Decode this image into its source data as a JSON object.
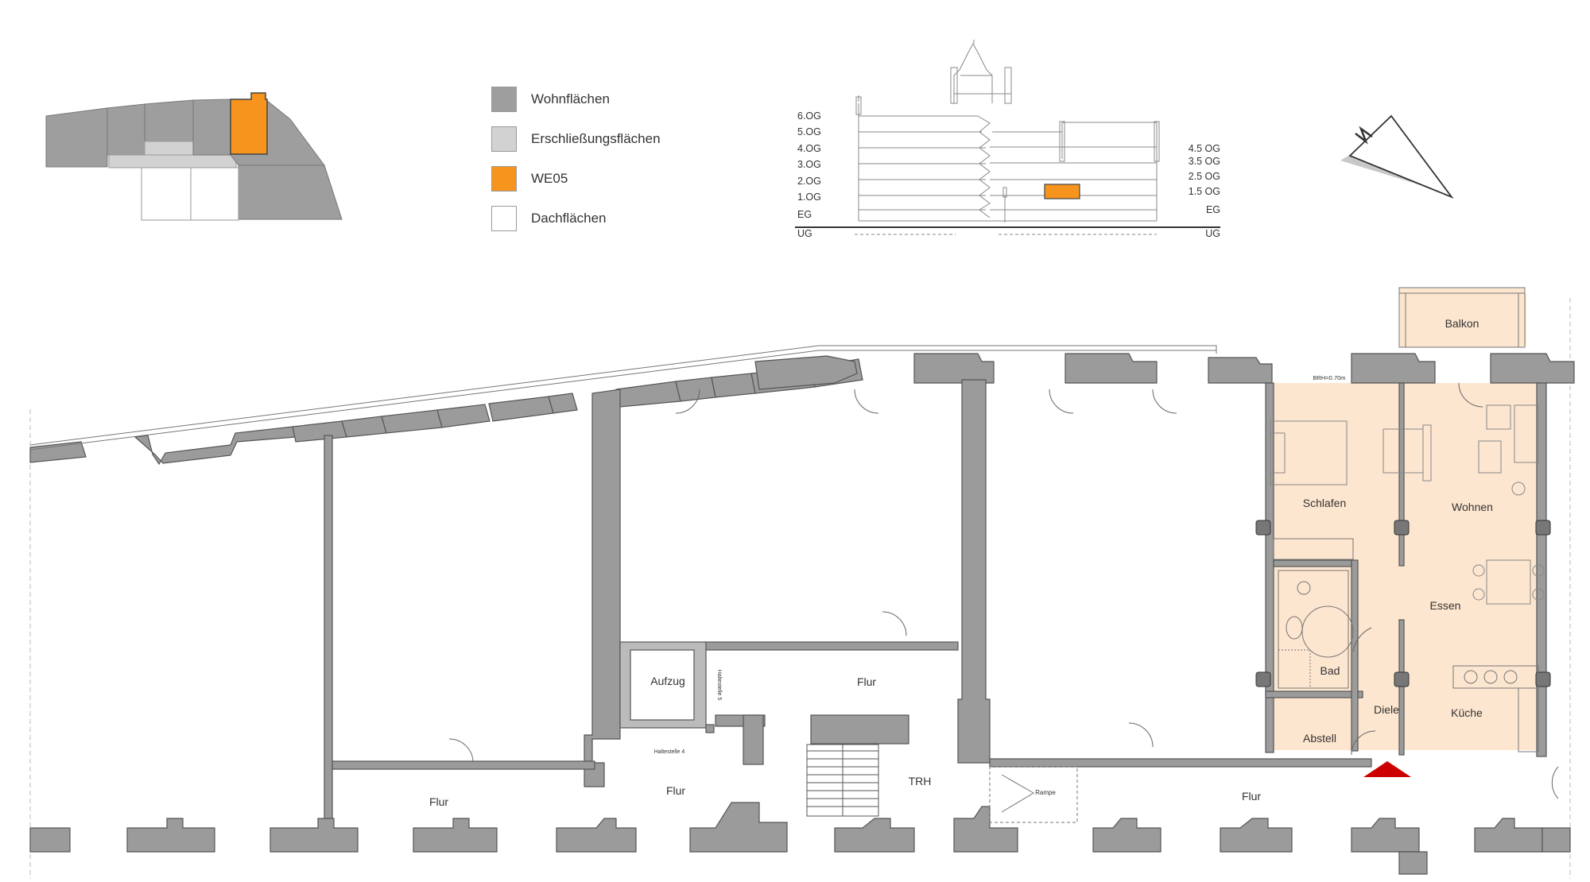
{
  "legend": {
    "items": [
      {
        "label": "Wohnflächen",
        "color": "#9e9e9e"
      },
      {
        "label": "Erschließungsflächen",
        "color": "#d2d2d2"
      },
      {
        "label": "WE05",
        "color": "#f7941d"
      },
      {
        "label": "Dachflächen",
        "color": "#ffffff"
      }
    ]
  },
  "section": {
    "left_levels": [
      "6.OG",
      "5.OG",
      "4.OG",
      "3.OG",
      "2.OG",
      "1.OG",
      "EG",
      "UG"
    ],
    "right_levels": [
      "4.5 OG",
      "3.5 OG",
      "2.5 OG",
      "1.5 OG",
      "EG",
      "UG"
    ]
  },
  "rooms": {
    "balkon": "Balkon",
    "schlafen": "Schlafen",
    "wohnen": "Wohnen",
    "essen": "Essen",
    "bad": "Bad",
    "kueche": "Küche",
    "diele": "Diele",
    "abstell": "Abstell",
    "aufzug": "Aufzug",
    "flur_center": "Flur",
    "flur_left": "Flur",
    "flur_mid": "Flur",
    "flur_right": "Flur",
    "trh": "TRH",
    "rampe": "Rampe",
    "haltestelle4": "Haltestelle 4",
    "haltestelle5": "Haltestelle 5",
    "brh": "BRH=0.70m"
  },
  "colors": {
    "wall": "#9b9b9b",
    "wall_stroke": "#555555",
    "apartment": "#fde6cf",
    "accent_orange": "#f7941d",
    "entrance": "#cc0000"
  }
}
